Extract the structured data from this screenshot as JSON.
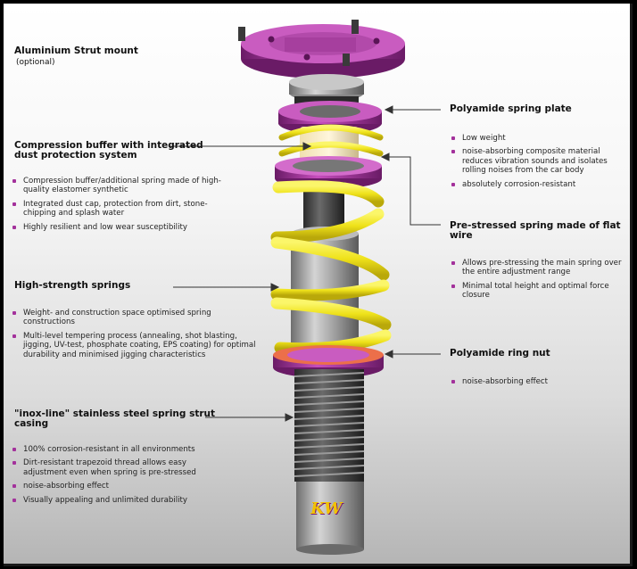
{
  "labels": {
    "strut_mount": {
      "title": "Aluminium Strut mount",
      "sub": "(optional)"
    },
    "compression_buffer": {
      "title": "Compression buffer with integrated dust protection system",
      "bullets": [
        "Compression buffer/additional spring made of high-quality elastomer synthetic",
        "Integrated dust cap, protection from dirt, stone-chipping and splash water",
        "Highly resilient and low wear susceptibility"
      ]
    },
    "high_strength": {
      "title": "High-strength springs",
      "bullets": [
        "Weight- and construction space optimised spring constructions",
        "Multi-level tempering process (annealing, shot blasting, jigging, UV-test, phosphate coating, EPS coating) for optimal durability and minimised jigging characteristics"
      ]
    },
    "inox_line": {
      "title": "\"inox-line\" stainless steel spring strut casing",
      "bullets": [
        "100% corrosion-resistant in all environments",
        "Dirt-resistant trapezoid thread allows easy adjustment even when spring is pre-stressed",
        "noise-absorbing effect",
        "Visually appealing and unlimited durability"
      ]
    },
    "spring_plate": {
      "title": "Polyamide spring plate",
      "bullets": [
        "Low weight",
        "noise-absorbing composite material reduces vibration sounds and isolates rolling noises from the car body",
        "absolutely corrosion-resistant"
      ]
    },
    "prestressed": {
      "title": "Pre-stressed spring made of flat wire",
      "bullets": [
        "Allows pre-stressing the main spring over the entire adjustment range",
        "Minimal total height and optimal force closure"
      ]
    },
    "ring_nut": {
      "title": "Polyamide ring nut",
      "bullets": [
        "noise-absorbing effect"
      ]
    }
  },
  "logo_text": "KW",
  "colors": {
    "purple": "#a3319b",
    "yellow": "#f2ea1a",
    "accent_bullet": "#a3319b"
  }
}
